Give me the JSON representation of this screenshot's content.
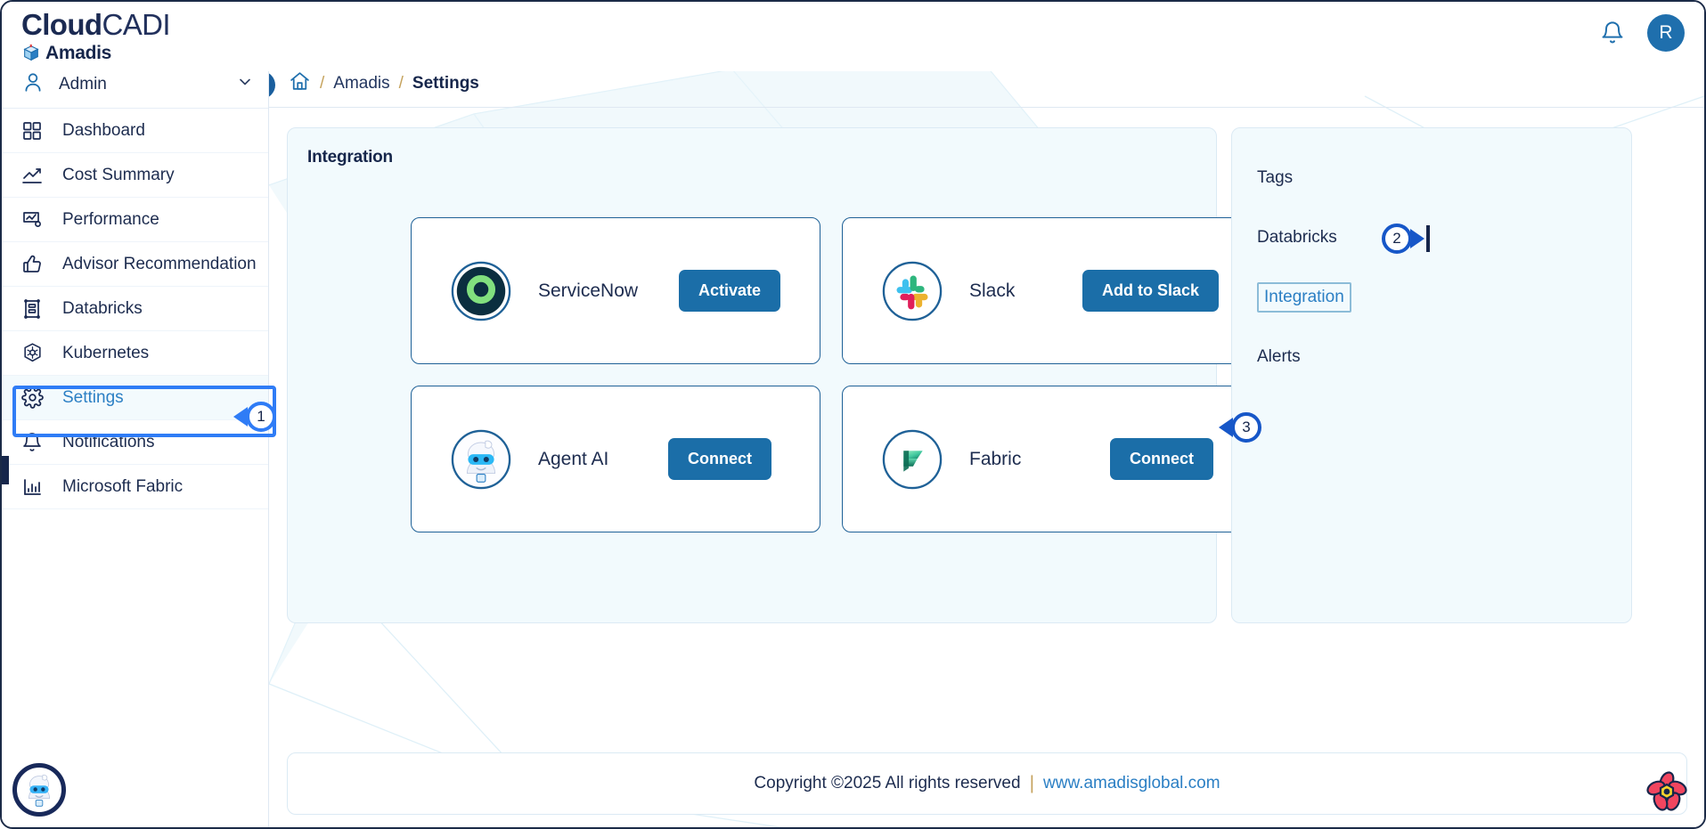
{
  "brand": {
    "name_bold": "Cloud",
    "name_light": "CADI",
    "sub": "Amadis",
    "cube_icon": "cube-icon"
  },
  "header": {
    "bell_icon": "bell-icon",
    "avatar_initial": "R"
  },
  "sidebar": {
    "user": {
      "label": "Admin",
      "icon": "user-icon",
      "chevron": "chevron-down-icon"
    },
    "items": [
      {
        "label": "Dashboard",
        "icon": "dashboard-grid-icon"
      },
      {
        "label": "Cost Summary",
        "icon": "line-chart-icon"
      },
      {
        "label": "Performance",
        "icon": "performance-monitor-icon"
      },
      {
        "label": "Advisor Recommendation",
        "icon": "thumbs-up-icon"
      },
      {
        "label": "Databricks",
        "icon": "databricks-icon"
      },
      {
        "label": "Kubernetes",
        "icon": "kubernetes-icon"
      },
      {
        "label": "Settings",
        "icon": "gear-icon"
      },
      {
        "label": "Notifications",
        "icon": "bell-icon"
      },
      {
        "label": "Microsoft Fabric",
        "icon": "bar-chart-icon"
      }
    ],
    "active_item": "Settings",
    "mascot_icon": "agent-ai-mascot-icon"
  },
  "breadcrumb": {
    "collapse_icon": "chevron-left-icon",
    "home_icon": "home-icon",
    "sep": "/",
    "parent": "Amadis",
    "current": "Settings"
  },
  "main_panel": {
    "title": "Integration",
    "cards": [
      {
        "name": "ServiceNow",
        "button": "Activate",
        "logo": "servicenow-logo-icon"
      },
      {
        "name": "Slack",
        "button": "Add to Slack",
        "logo": "slack-logo-icon"
      },
      {
        "name": "Agent AI",
        "button": "Connect",
        "logo": "agent-ai-logo-icon"
      },
      {
        "name": "Fabric",
        "button": "Connect",
        "logo": "microsoft-fabric-logo-icon"
      }
    ]
  },
  "side_panel": {
    "items": [
      {
        "label": "Tags"
      },
      {
        "label": "Databricks"
      },
      {
        "label": "Integration"
      },
      {
        "label": "Alerts"
      }
    ],
    "active_item": "Integration"
  },
  "footer": {
    "text": "Copyright ©2025 All rights reserved",
    "divider": "|",
    "link": "www.amadisglobal.com",
    "corner_logo": "amadis-flower-logo-icon"
  },
  "annotations": [
    {
      "id": "1",
      "label": "1",
      "target": "sidebar-item-settings"
    },
    {
      "id": "2",
      "label": "2",
      "target": "side-panel-item-integration"
    },
    {
      "id": "3",
      "label": "3",
      "target": "fabric-connect-button"
    }
  ],
  "colors": {
    "brand_navy": "#16264b",
    "accent_blue": "#2b7fc4",
    "button_blue": "#1b6ea8",
    "highlight_blue": "#2f7cf6",
    "marker_blue": "#1757c8",
    "panel_bg": "#f2fafd"
  }
}
